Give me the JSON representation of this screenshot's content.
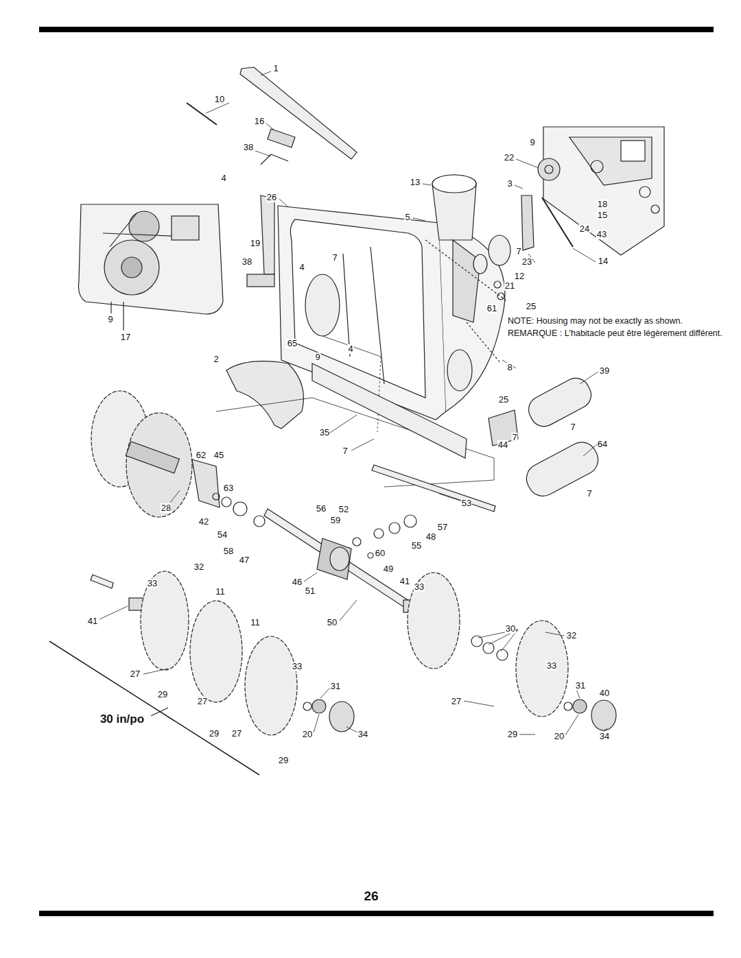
{
  "diagram": {
    "labels": [
      "1",
      "10",
      "16",
      "38",
      "9",
      "22",
      "4",
      "13",
      "3",
      "26",
      "18",
      "5",
      "15",
      "24",
      "43",
      "19",
      "7",
      "7",
      "38",
      "14",
      "23",
      "4",
      "12",
      "21",
      "61",
      "25",
      "9",
      "NOTE: Housing may not be exactly as shown.",
      "REMARQUE : L'habitacle peut être légèrement différent.",
      "17",
      "65",
      "4",
      "2",
      "9",
      "8",
      "39",
      "25",
      "7",
      "35",
      "7",
      "64",
      "44",
      "7",
      "62",
      "45",
      "63",
      "7",
      "53",
      "28",
      "56",
      "52",
      "42",
      "59",
      "57",
      "54",
      "48",
      "55",
      "58",
      "60",
      "47",
      "32",
      "49",
      "46",
      "41",
      "33",
      "33",
      "11",
      "51",
      "41",
      "11",
      "50",
      "30",
      "32",
      "33",
      "33",
      "27",
      "31",
      "31",
      "40",
      "29",
      "27",
      "27",
      "30 in/po",
      "29",
      "27",
      "20",
      "34",
      "29",
      "20",
      "34",
      "29",
      "26"
    ]
  }
}
